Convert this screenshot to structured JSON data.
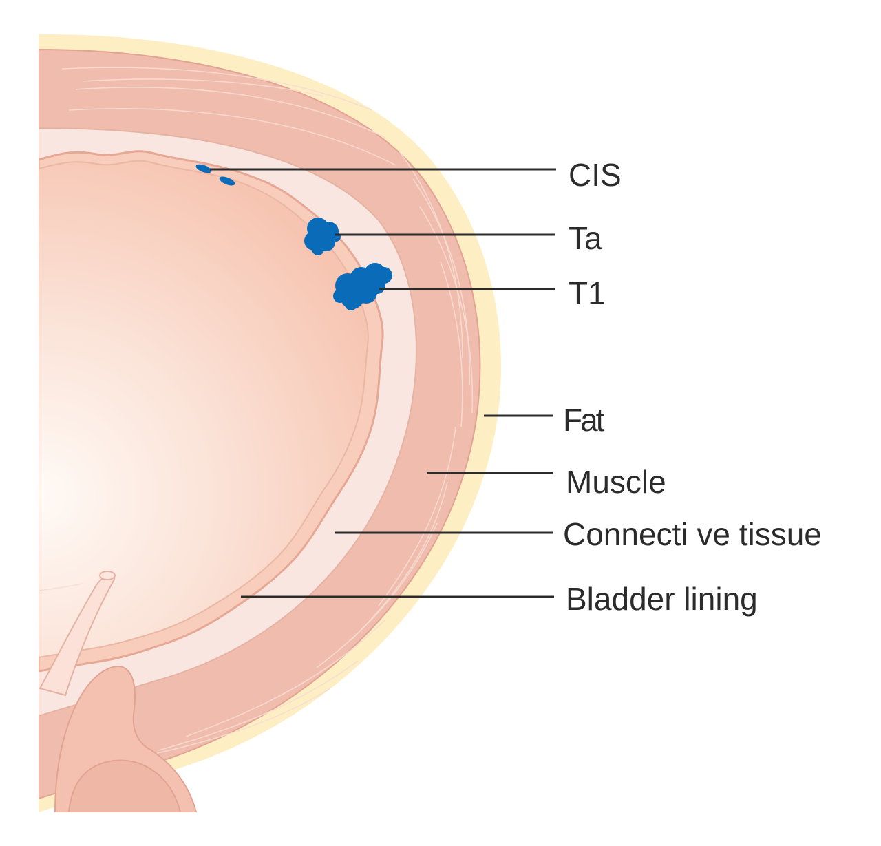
{
  "labels": {
    "cis": "CIS",
    "ta": "Ta",
    "t1": "T1",
    "fat": "Fat",
    "muscle": "Muscle",
    "connective": "Connecti ve tissue",
    "lining": "Bladder lining"
  },
  "colors": {
    "fat": "#fdefc3",
    "muscle": "#efbcad",
    "muscle_edge": "#e3a392",
    "connective": "#f9e6e1",
    "lining": "#f8cdbc",
    "lining_edge": "#e6a894",
    "lumen_center": "#fffaf6",
    "lumen_edge": "#f7c3b0",
    "tumour": "#0a6cb8",
    "leader": "#2b2b2b"
  }
}
